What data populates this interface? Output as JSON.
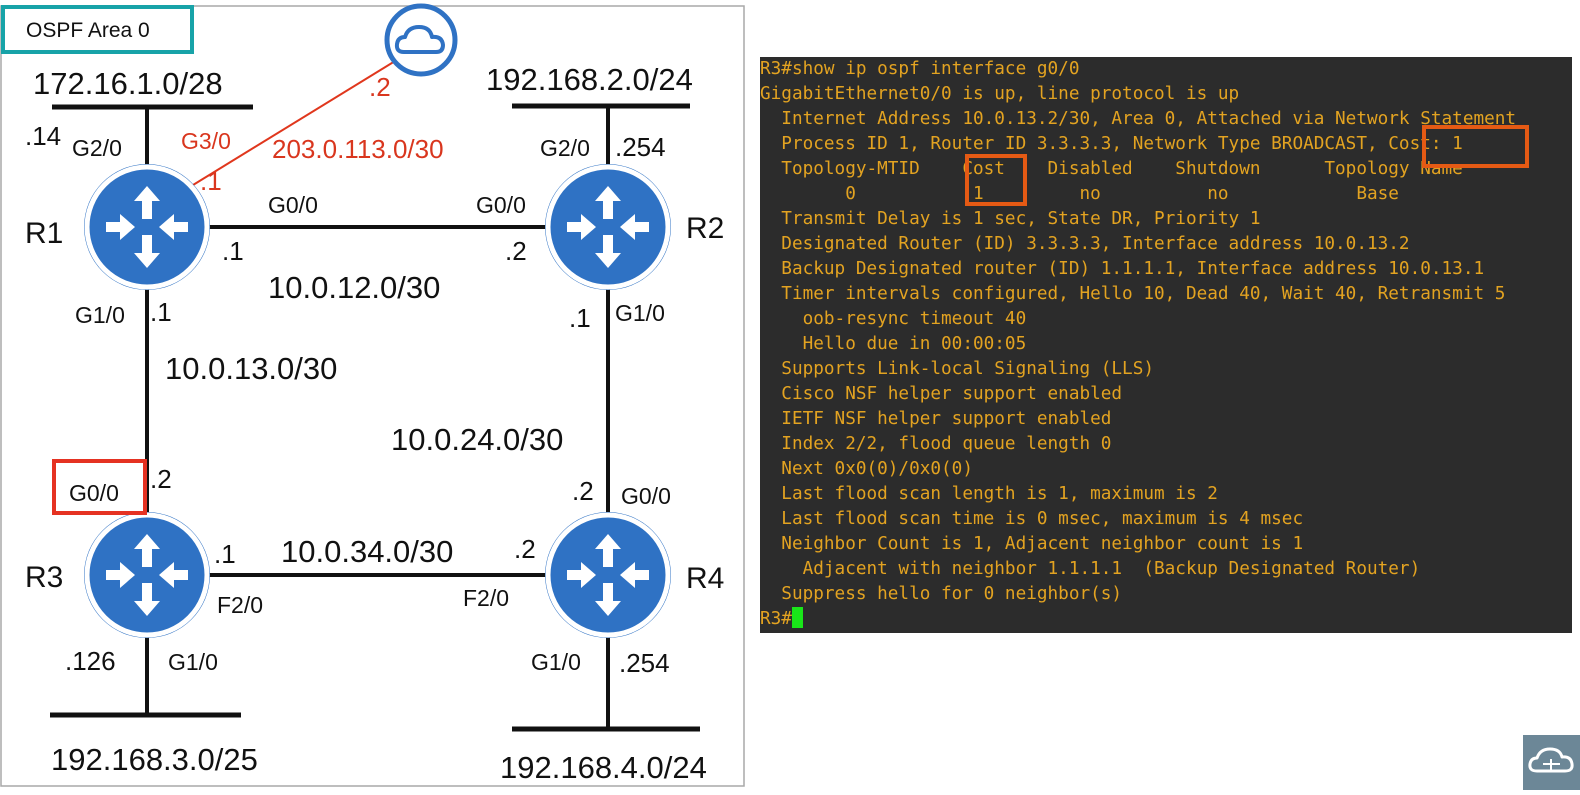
{
  "diagram": {
    "area_label": "OSPF Area 0",
    "routers": [
      {
        "name": "R1"
      },
      {
        "name": "R2"
      },
      {
        "name": "R3"
      },
      {
        "name": "R4"
      }
    ],
    "networks": {
      "r1_lan": "172.16.1.0/28",
      "r2_lan": "192.168.2.0/24",
      "r3_lan": "192.168.3.0/25",
      "r4_lan": "192.168.4.0/24",
      "r1_r2": "10.0.12.0/30",
      "r1_r3": "10.0.13.0/30",
      "r2_r4": "10.0.24.0/30",
      "r3_r4": "10.0.34.0/30",
      "internet": "203.0.113.0/30"
    },
    "interfaces": {
      "r1_g2": "G2/0",
      "r1_g2_ip": ".14",
      "r1_g3": "G3/0",
      "r1_g3_ip": ".1",
      "cloud_ip": ".2",
      "r1_g0": "G0/0",
      "r1_g0_ip": ".1",
      "r1_g1": "G1/0",
      "r1_g1_ip": ".1",
      "r2_g2": "G2/0",
      "r2_g2_ip": ".254",
      "r2_g0": "G0/0",
      "r2_g0_ip": ".2",
      "r2_g1": "G1/0",
      "r2_g1_ip": ".1",
      "r3_g0": "G0/0",
      "r3_g0_ip": ".2",
      "r3_f2": "F2/0",
      "r3_f2_ip": ".1",
      "r3_g1": "G1/0",
      "r3_g1_ip": ".126",
      "r4_g0": "G0/0",
      "r4_g0_ip": ".2",
      "r4_f2": "F2/0",
      "r4_f2_ip": ".2",
      "r4_g1": "G1/0",
      "r4_g1_ip": ".254"
    },
    "colors": {
      "router": "#2f72c4",
      "area_border": "#18a3a8",
      "highlight": "#e53222",
      "internet_link": "#e0371d"
    }
  },
  "terminal": {
    "lines": [
      "R3#show ip ospf interface g0/0",
      "GigabitEthernet0/0 is up, line protocol is up",
      "  Internet Address 10.0.13.2/30, Area 0, Attached via Network Statement",
      "  Process ID 1, Router ID 3.3.3.3, Network Type BROADCAST, Cost: 1",
      "  Topology-MTID    Cost    Disabled    Shutdown      Topology Name",
      "        0           1         no          no            Base",
      "  Transmit Delay is 1 sec, State DR, Priority 1",
      "  Designated Router (ID) 3.3.3.3, Interface address 10.0.13.2",
      "  Backup Designated router (ID) 1.1.1.1, Interface address 10.0.13.1",
      "  Timer intervals configured, Hello 10, Dead 40, Wait 40, Retransmit 5",
      "    oob-resync timeout 40",
      "    Hello due in 00:00:05",
      "  Supports Link-local Signaling (LLS)",
      "  Cisco NSF helper support enabled",
      "  IETF NSF helper support enabled",
      "  Index 2/2, flood queue length 0",
      "  Next 0x0(0)/0x0(0)",
      "  Last flood scan length is 1, maximum is 2",
      "  Last flood scan time is 0 msec, maximum is 4 msec",
      "  Neighbor Count is 1, Adjacent neighbor count is 1",
      "    Adjacent with neighbor 1.1.1.1  (Backup Designated Router)",
      "  Suppress hello for 0 neighbor(s)"
    ],
    "prompt": "R3#",
    "colors": {
      "background": "#2c2c2c",
      "text": "#e3a321",
      "cursor": "#19e619",
      "highlight": "#e55a14"
    }
  },
  "logo": {
    "icon": "cloud-network-icon"
  }
}
